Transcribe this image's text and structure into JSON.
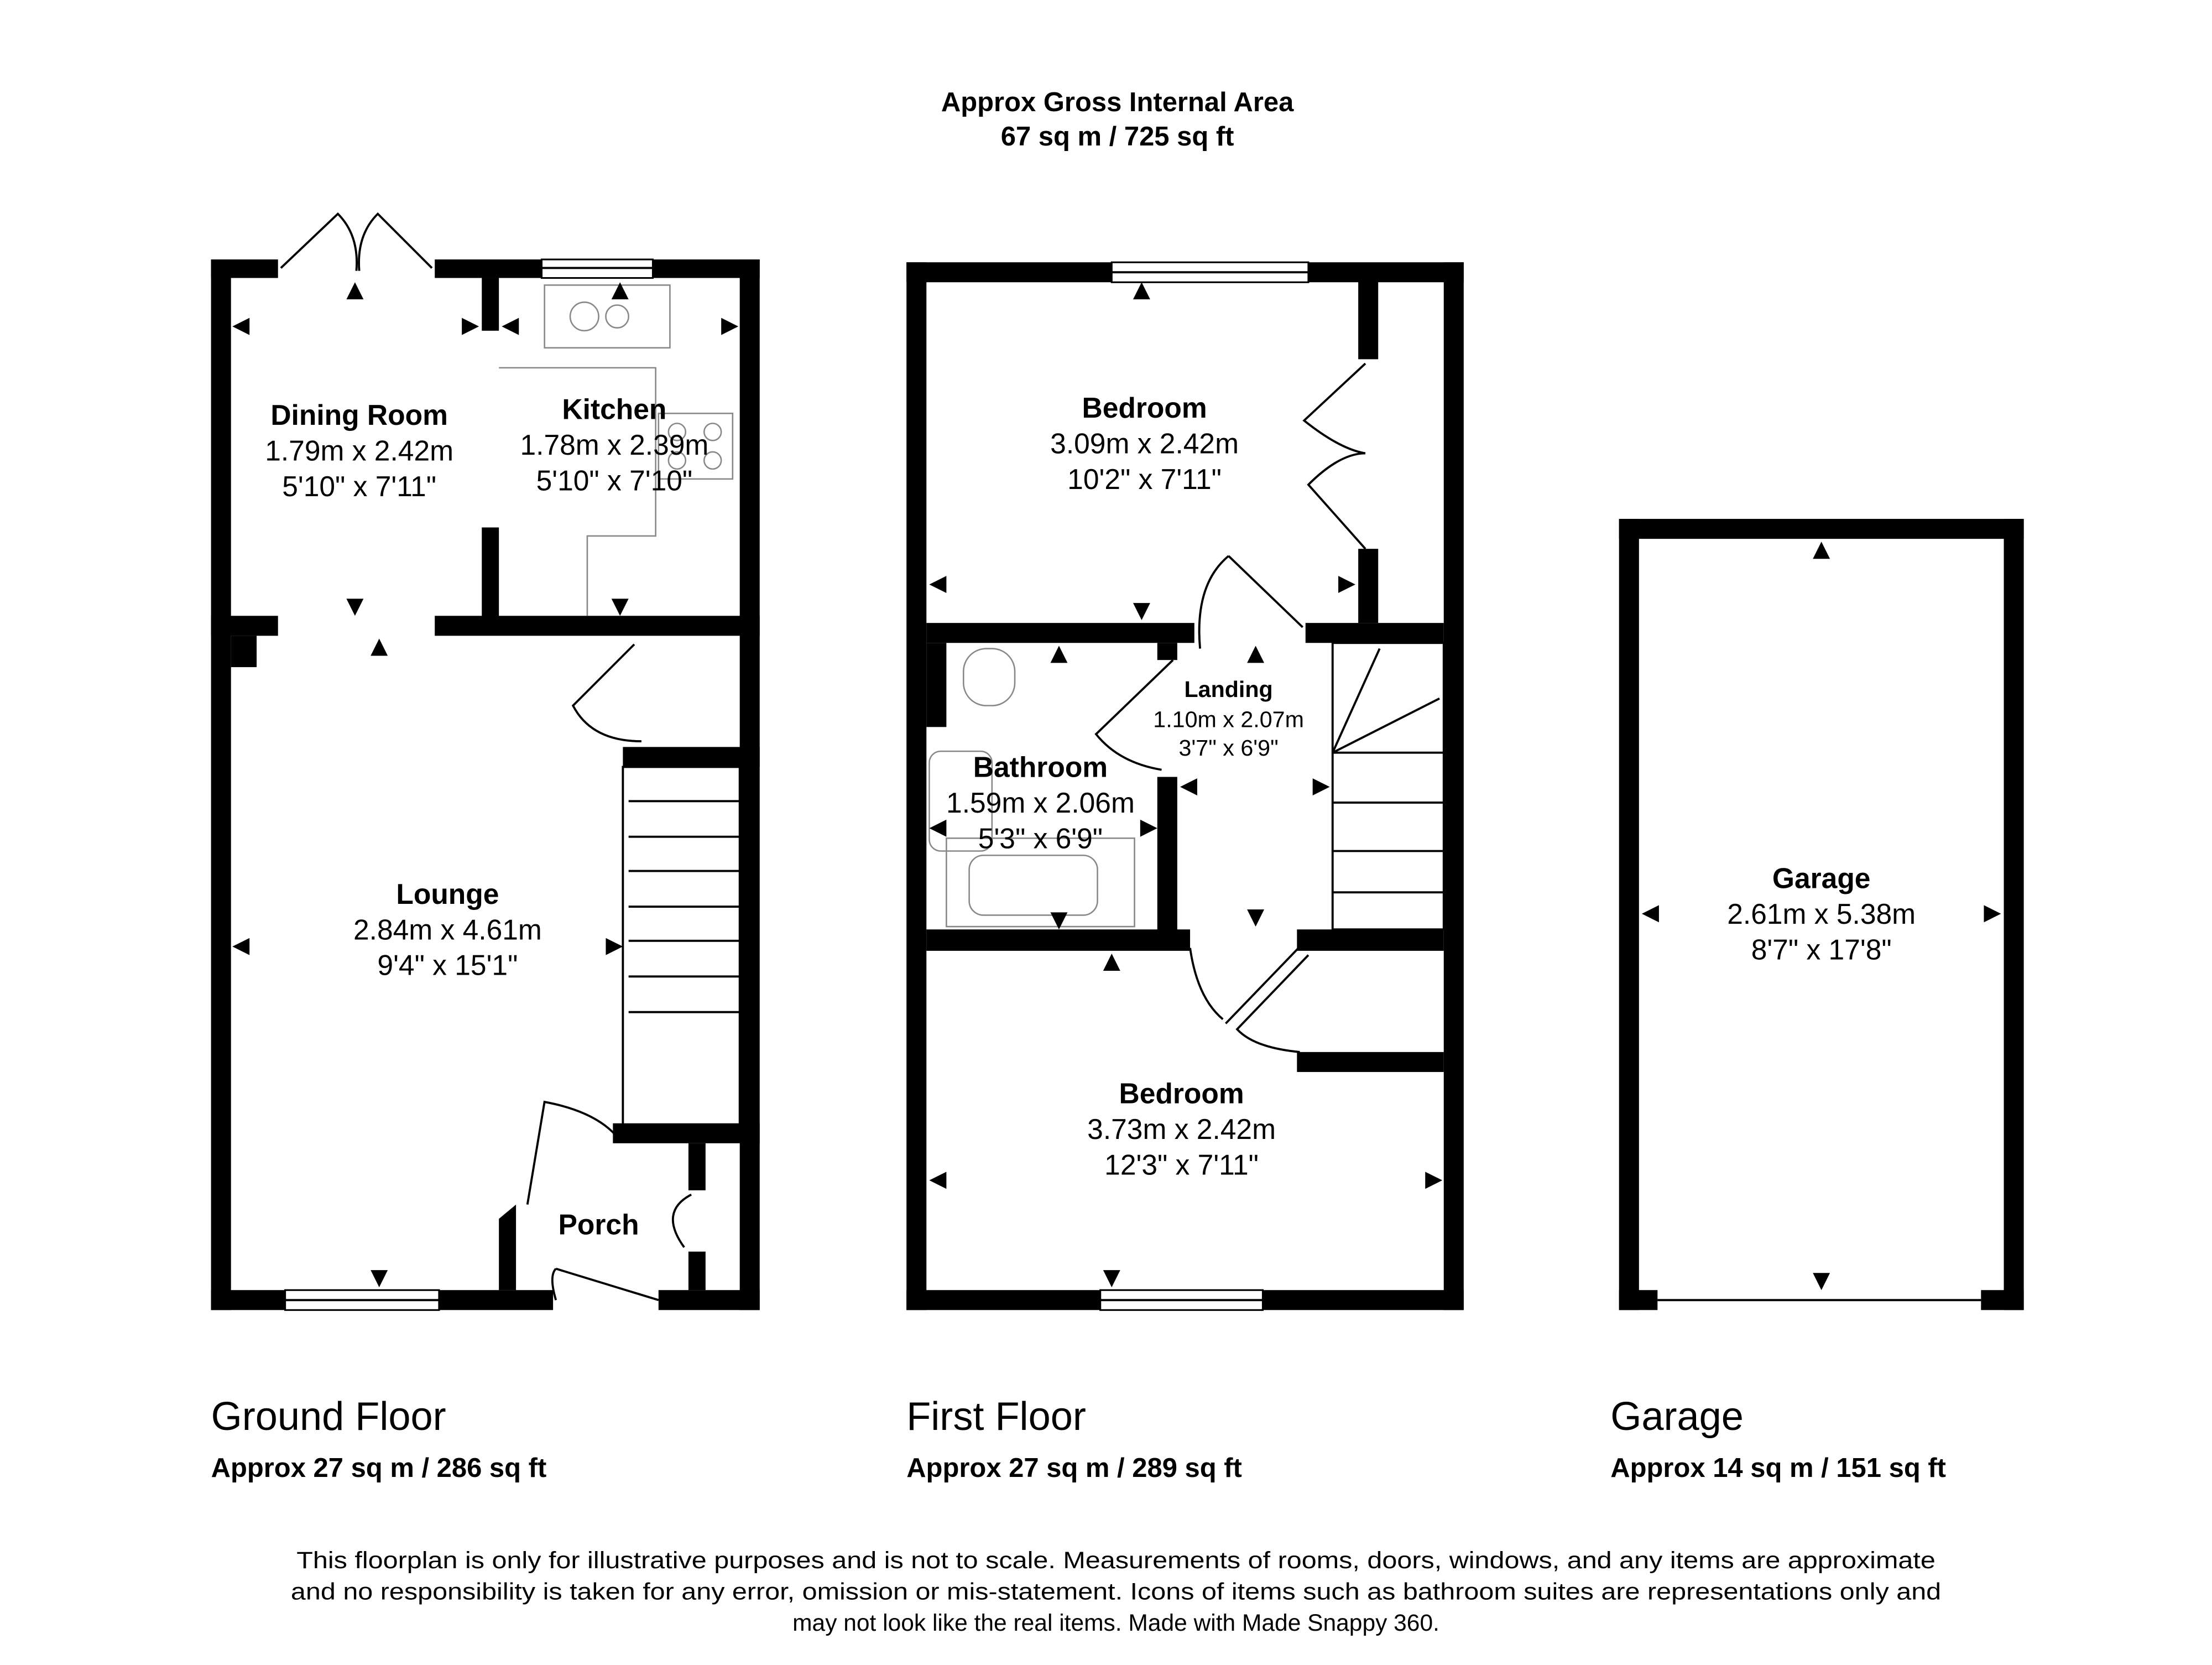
{
  "header": {
    "line1": "Approx Gross Internal Area",
    "line2": "67 sq m / 725 sq ft"
  },
  "rooms": {
    "dining": {
      "name": "Dining Room",
      "metric": "1.79m x 2.42m",
      "imperial": "5'10\" x 7'11\""
    },
    "kitchen": {
      "name": "Kitchen",
      "metric": "1.78m x 2.39m",
      "imperial": "5'10\" x 7'10\""
    },
    "lounge": {
      "name": "Lounge",
      "metric": "2.84m x 4.61m",
      "imperial": "9'4\" x 15'1\""
    },
    "porch": {
      "name": "Porch"
    },
    "bedroom1": {
      "name": "Bedroom",
      "metric": "3.09m x 2.42m",
      "imperial": "10'2\" x 7'11\""
    },
    "landing": {
      "name": "Landing",
      "metric": "1.10m x 2.07m",
      "imperial": "3'7\" x 6'9\""
    },
    "bathroom": {
      "name": "Bathroom",
      "metric": "1.59m x 2.06m",
      "imperial": "5'3\" x 6'9\""
    },
    "bedroom2": {
      "name": "Bedroom",
      "metric": "3.73m x 2.42m",
      "imperial": "12'3\" x 7'11\""
    },
    "garage": {
      "name": "Garage",
      "metric": "2.61m x 5.38m",
      "imperial": "8'7\" x 17'8\""
    }
  },
  "floors": [
    {
      "name": "Ground Floor",
      "area": "Approx 27 sq m / 286 sq ft"
    },
    {
      "name": "First Floor",
      "area": "Approx 27 sq m / 289 sq ft"
    },
    {
      "name": "Garage",
      "area": "Approx 14 sq m / 151 sq ft"
    }
  ],
  "disclaimer": [
    "This floorplan is only for illustrative purposes and is not to scale. Measurements of rooms, doors, windows, and any items are approximate",
    "and no responsibility is taken for any error, omission or mis-statement. Icons of items such as bathroom suites are representations only and",
    "may not look like the real items. Made with Made Snappy 360."
  ]
}
